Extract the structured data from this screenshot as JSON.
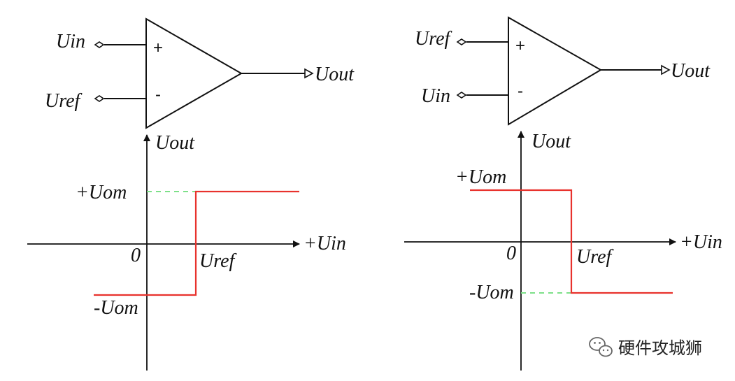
{
  "colors": {
    "line": "#111111",
    "transfer": "#e8322d",
    "dashed": "#7ee089"
  },
  "left": {
    "input_top": "Uin",
    "input_bottom": "Uref",
    "sign_top": "+",
    "sign_bottom": "-",
    "output": "Uout",
    "y_axis": "Uout",
    "x_axis": "+Uin",
    "origin": "0",
    "high": "+Uom",
    "low": "-Uom",
    "threshold": "Uref"
  },
  "right": {
    "input_top": "Uref",
    "input_bottom": "Uin",
    "sign_top": "+",
    "sign_bottom": "-",
    "output": "Uout",
    "y_axis": "Uout",
    "x_axis": "+Uin",
    "origin": "0",
    "high": "+Uom",
    "low": "-Uom",
    "threshold": "Uref"
  },
  "watermark": {
    "icon": "wechat-icon",
    "text": "硬件攻城狮"
  }
}
